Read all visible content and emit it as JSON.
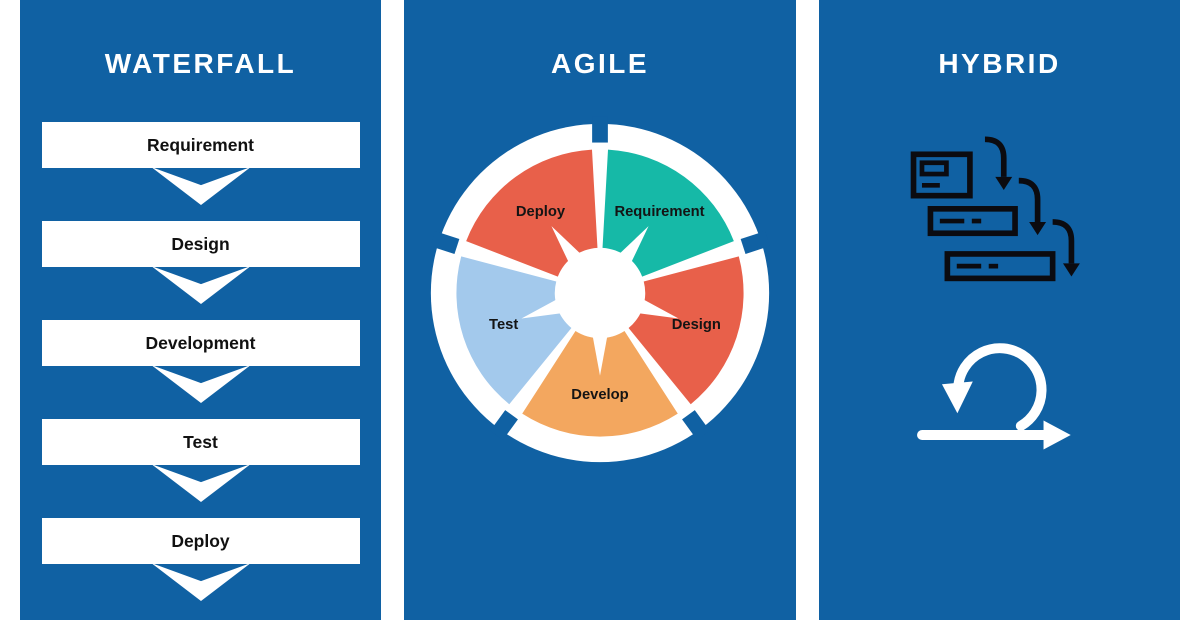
{
  "palette": {
    "background": "#ffffff",
    "panel_blue": "#1061a3",
    "step_bar_white": "#ffffff",
    "label_dark": "#141414",
    "icon_black": "#0b0b10",
    "icon_white": "#ffffff"
  },
  "waterfall": {
    "title": "WATERFALL",
    "steps": [
      "Requirement",
      "Design",
      "Development",
      "Test",
      "Deploy"
    ]
  },
  "agile": {
    "title": "AGILE",
    "cycle": {
      "type": "cycle-diagram",
      "segments": [
        {
          "label": "Requirement",
          "color": "#16b9a7"
        },
        {
          "label": "Design",
          "color": "#e8604a"
        },
        {
          "label": "Develop",
          "color": "#f3a75f"
        },
        {
          "label": "Test",
          "color": "#a3c9ec"
        },
        {
          "label": "Deploy",
          "color": "#e8604a"
        }
      ]
    }
  },
  "hybrid": {
    "title": "HYBRID",
    "icons": [
      {
        "name": "waterfall-steps-icon",
        "color": "#0b0b10"
      },
      {
        "name": "agile-sprint-loop-icon",
        "color": "#ffffff"
      }
    ]
  }
}
